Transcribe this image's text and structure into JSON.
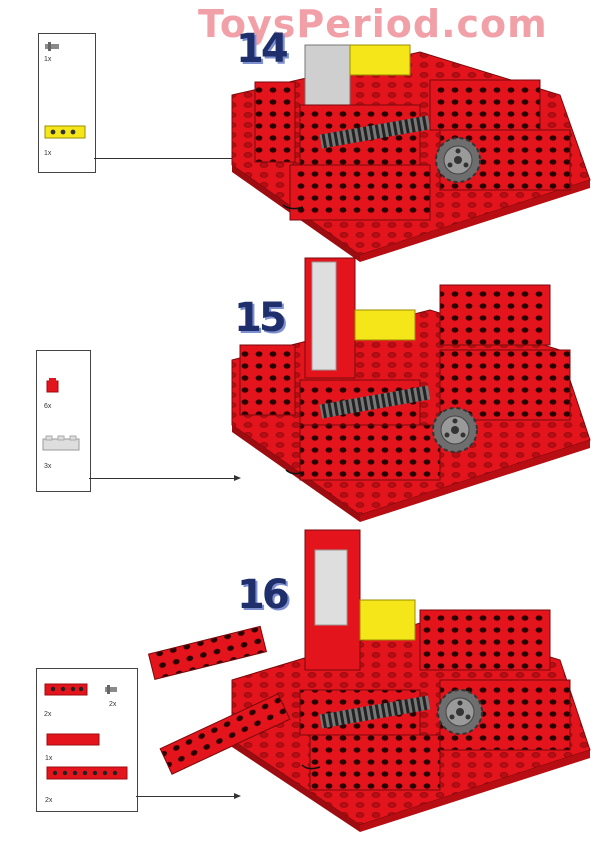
{
  "watermark": "ToysPeriod.com",
  "steps": [
    {
      "number": "14",
      "parts": [
        {
          "qty": "1x",
          "part": "pin"
        },
        {
          "qty": "1x",
          "part": "yellow-beam"
        }
      ]
    },
    {
      "number": "15",
      "parts": [
        {
          "qty": "6x",
          "part": "red-brick-1x1"
        },
        {
          "qty": "3x",
          "part": "white-brick"
        }
      ]
    },
    {
      "number": "16",
      "parts": [
        {
          "qty": "2x",
          "part": "red-beam-short"
        },
        {
          "qty": "2x",
          "part": "pin"
        },
        {
          "qty": "1x",
          "part": "red-beam-long"
        },
        {
          "qty": "2x",
          "part": "red-beam-long-2"
        }
      ]
    }
  ],
  "colors": {
    "red": "#e3141b",
    "dark_red": "#9c0c10",
    "yellow": "#f4e619",
    "gray": "#8a8a8a",
    "white_brick": "#dedede",
    "watermark": "#f2a0a8"
  }
}
